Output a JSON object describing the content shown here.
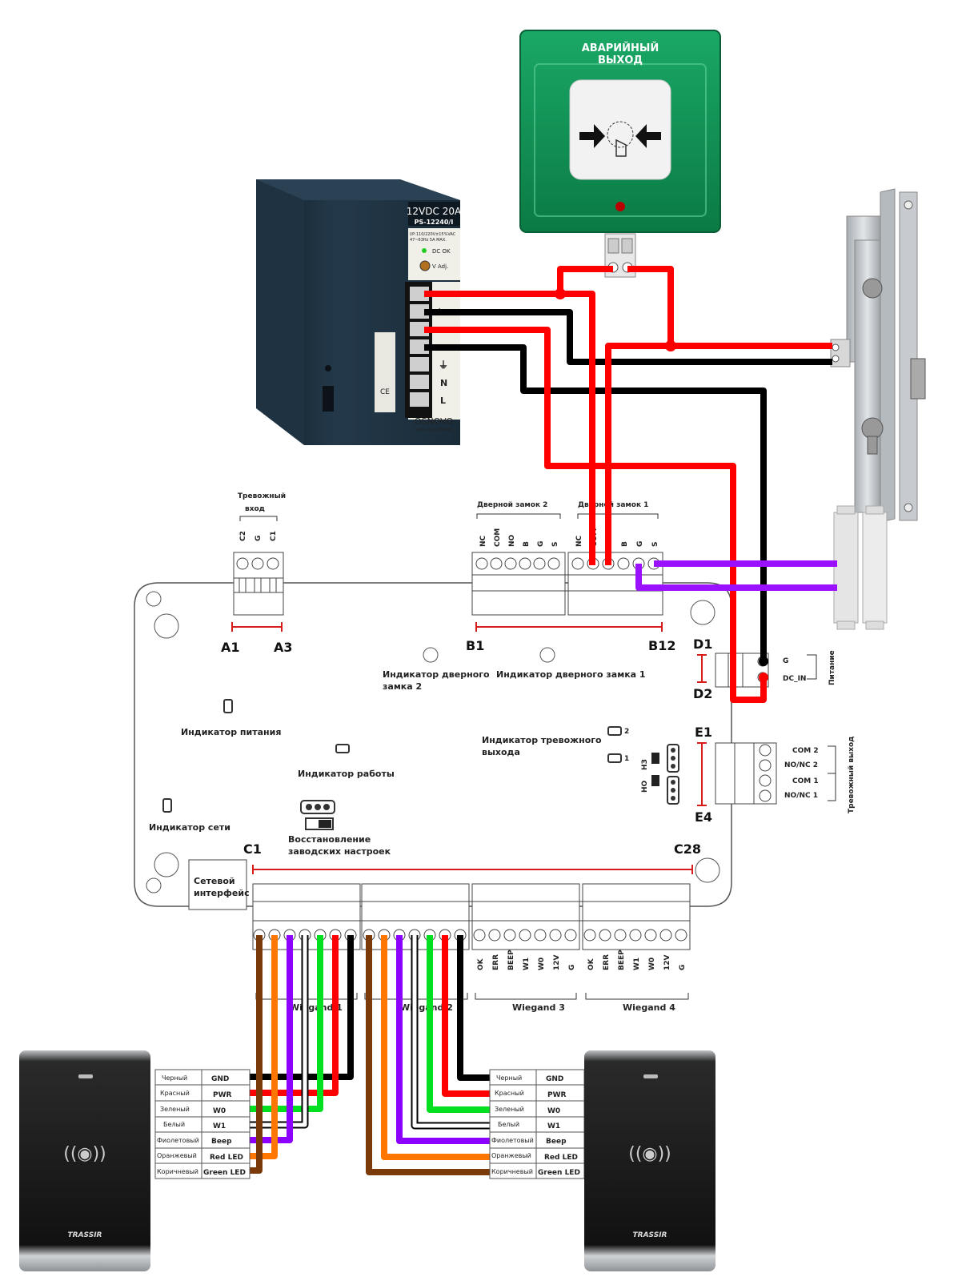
{
  "emergency_button": {
    "line1": "АВАРИЙНЫЙ",
    "line2": "ВЫХОД"
  },
  "psu": {
    "title": "12VDC 20A",
    "model": "PS-12240/I",
    "spec1": "I/P:110/220V±15%VAC",
    "spec2": "47~63Hz  5A  MAX.",
    "dc_ok": "DC OK",
    "v_adj": "V Adj.",
    "brand": "OSNOVO",
    "brand_sub": "cable transmission",
    "term_n": "N",
    "term_l": "L",
    "term_plus1": "+",
    "term_plus2": "+",
    "term_minus1": "-",
    "term_minus2": "-"
  },
  "alarm_input": {
    "line1": "Тревожный",
    "line2": "вход",
    "pins": [
      "C2",
      "G",
      "C1"
    ]
  },
  "door_lock_2": {
    "label": "Дверной замок  2",
    "pins": [
      "NC",
      "COM",
      "NO",
      "B",
      "G",
      "S"
    ]
  },
  "door_lock_1": {
    "label": "Дверной замок 1",
    "pins": [
      "NC",
      "COM",
      "NO",
      "B",
      "G",
      "S"
    ]
  },
  "markers": {
    "a1": "A1",
    "a3": "A3",
    "b1": "B1",
    "b12": "B12",
    "d1": "D1",
    "d2": "D2",
    "e1": "E1",
    "e4": "E4",
    "c1": "C1",
    "c28": "C28"
  },
  "indicators": {
    "door2_line1": "Индикатор дверного",
    "door2_line2": "замка 2",
    "door1": "Индикатор дверного замка 1",
    "power": "Индикатор питания",
    "work": "Индикатор работы",
    "network": "Индикатор сети",
    "alarm_out_line1": "Индикатор тревожного",
    "alarm_out_line2": "выхода",
    "led2": "2",
    "led1": "1"
  },
  "jumper": {
    "nz": "НЗ",
    "no": "НО"
  },
  "reset": {
    "line1": "Восстановление",
    "line2": "заводских настроек"
  },
  "network_iface": {
    "line1": "Сетевой",
    "line2": "интерфейс"
  },
  "power_block": {
    "g": "G",
    "dc_in": "DC_IN",
    "label": "Питание"
  },
  "alarm_output": {
    "pins": [
      "COM 2",
      "NO/NC 2",
      "COM 1",
      "NO/NC 1"
    ],
    "label": "Тревожный выход"
  },
  "wiegand": {
    "pins": [
      "OK",
      "ERR",
      "BEEP",
      "W1",
      "W0",
      "12V",
      "G"
    ],
    "w1": "Wiegand 1",
    "w2": "Wiegand 2",
    "w3": "Wiegand 3",
    "w4": "Wiegand 4"
  },
  "reader_wires": [
    {
      "color_name": "Черный",
      "signal": "GND",
      "hex": "#000000"
    },
    {
      "color_name": "Красный",
      "signal": "PWR",
      "hex": "#ff0000"
    },
    {
      "color_name": "Зеленый",
      "signal": "W0",
      "hex": "#00e020"
    },
    {
      "color_name": "Белый",
      "signal": "W1",
      "hex": "#ffffff"
    },
    {
      "color_name": "Фиолетовый",
      "signal": "Beep",
      "hex": "#8b00ff"
    },
    {
      "color_name": "Оранжевый",
      "signal": "Red LED",
      "hex": "#ff7700"
    },
    {
      "color_name": "Коричневый",
      "signal": "Green LED",
      "hex": "#7a3a0a"
    }
  ],
  "reader": {
    "brand": "TRASSIR",
    "rfid_icon": "rfid-icon"
  },
  "colors": {
    "wire_red": "#ff0000",
    "wire_black": "#000000",
    "wire_purple": "#9a10ff",
    "marker_red": "#d81b1b"
  }
}
